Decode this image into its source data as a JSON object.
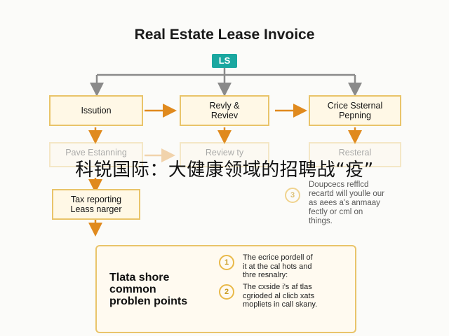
{
  "title": "Real Estate Lease Invoice",
  "badge": "LS",
  "row1": [
    "Issution",
    "Revly & Reviev",
    "Crice Ssternal Pepning"
  ],
  "row2": [
    "Pave Estanning",
    "Review ty",
    "Resteral"
  ],
  "row2_note": [
    "Doupcecs refflcd",
    "recartd will youlle our",
    "as aees a's anmaay",
    "fectly or cml on",
    "things."
  ],
  "row3_box": "Tax reporting Leass narger",
  "overlay_text": "科锐国际：大健康领域的招聘战“疫”",
  "panel": {
    "title_lines": [
      "Tlata shore",
      "common",
      "problen points"
    ],
    "items": [
      {
        "num": "1",
        "lines": [
          "The ecrice pordell of",
          "it at the cal hots and",
          "thre resnalry:"
        ]
      },
      {
        "num": "2",
        "lines": [
          "The cxside i's af tlas",
          "cgrioded al clicb xats",
          "mopliets in call skany."
        ]
      }
    ]
  },
  "note_num": "3",
  "colors": {
    "box_border": "#e9c46a",
    "arrow_orange": "#e08a1e",
    "arrow_gray": "#8a8a8a",
    "badge": "#1aa7a0"
  }
}
